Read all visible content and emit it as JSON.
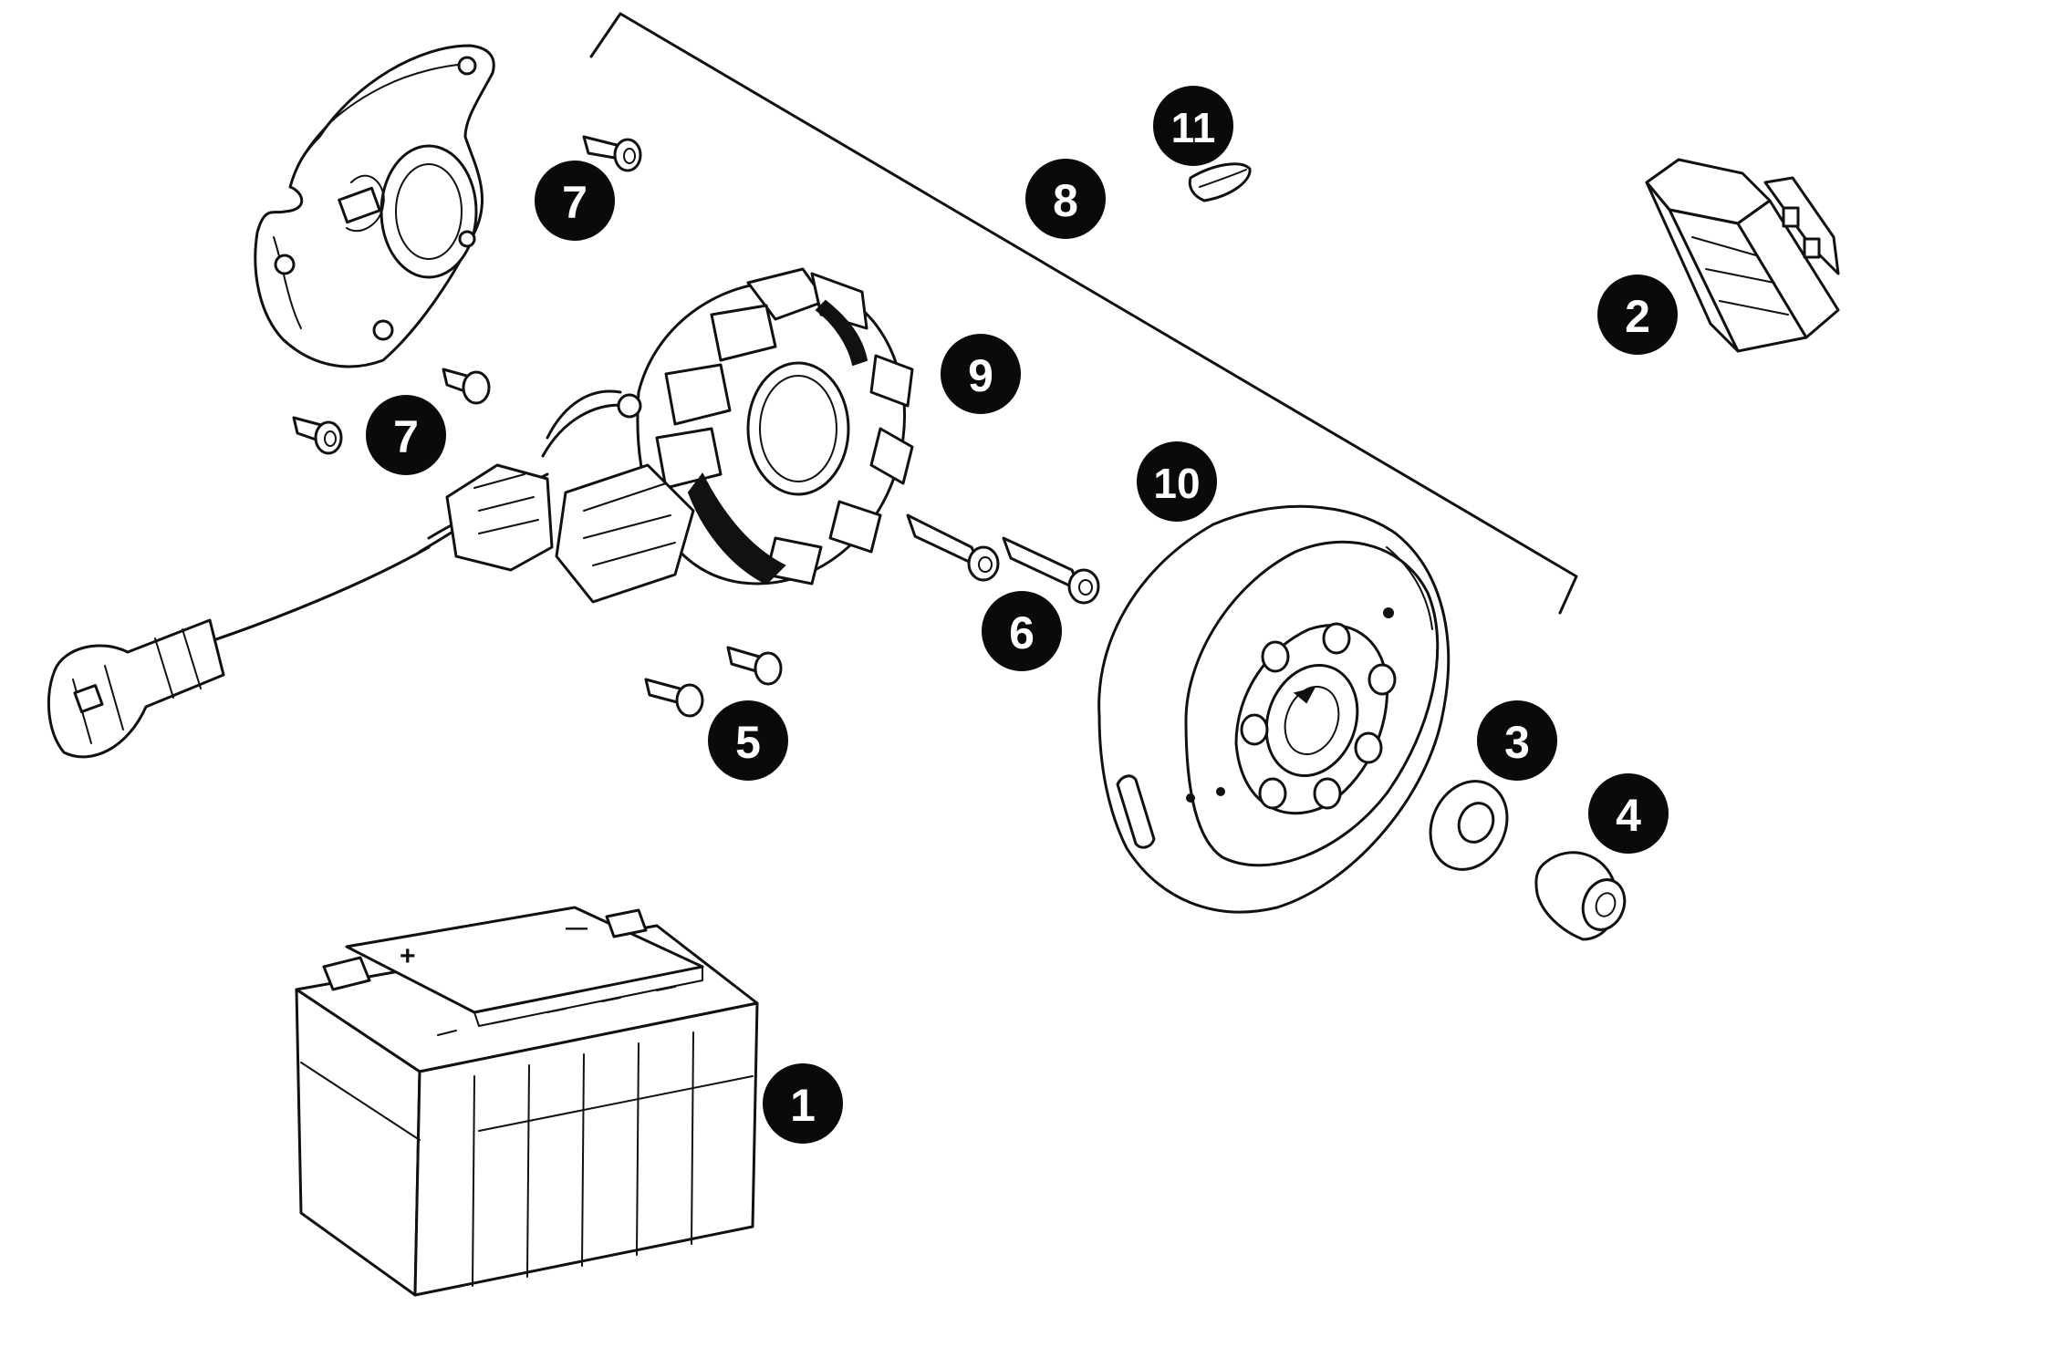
{
  "diagram": {
    "callouts": [
      {
        "id": "battery",
        "label": "1"
      },
      {
        "id": "regulator",
        "label": "2"
      },
      {
        "id": "washer",
        "label": "3"
      },
      {
        "id": "nut",
        "label": "4"
      },
      {
        "id": "screws-5",
        "label": "5"
      },
      {
        "id": "bolts-6",
        "label": "6"
      },
      {
        "id": "screw-7-top",
        "label": "7"
      },
      {
        "id": "screws-7-bottom",
        "label": "7"
      },
      {
        "id": "bracket-8",
        "label": "8"
      },
      {
        "id": "stator",
        "label": "9"
      },
      {
        "id": "flywheel",
        "label": "10"
      },
      {
        "id": "key",
        "label": "11"
      }
    ],
    "battery_terminals": {
      "plus": "+",
      "minus": "—"
    },
    "colors": {
      "line": "#111111",
      "callout": "#0a0a0a",
      "callout_text": "#ffffff",
      "background": "#ffffff"
    }
  }
}
